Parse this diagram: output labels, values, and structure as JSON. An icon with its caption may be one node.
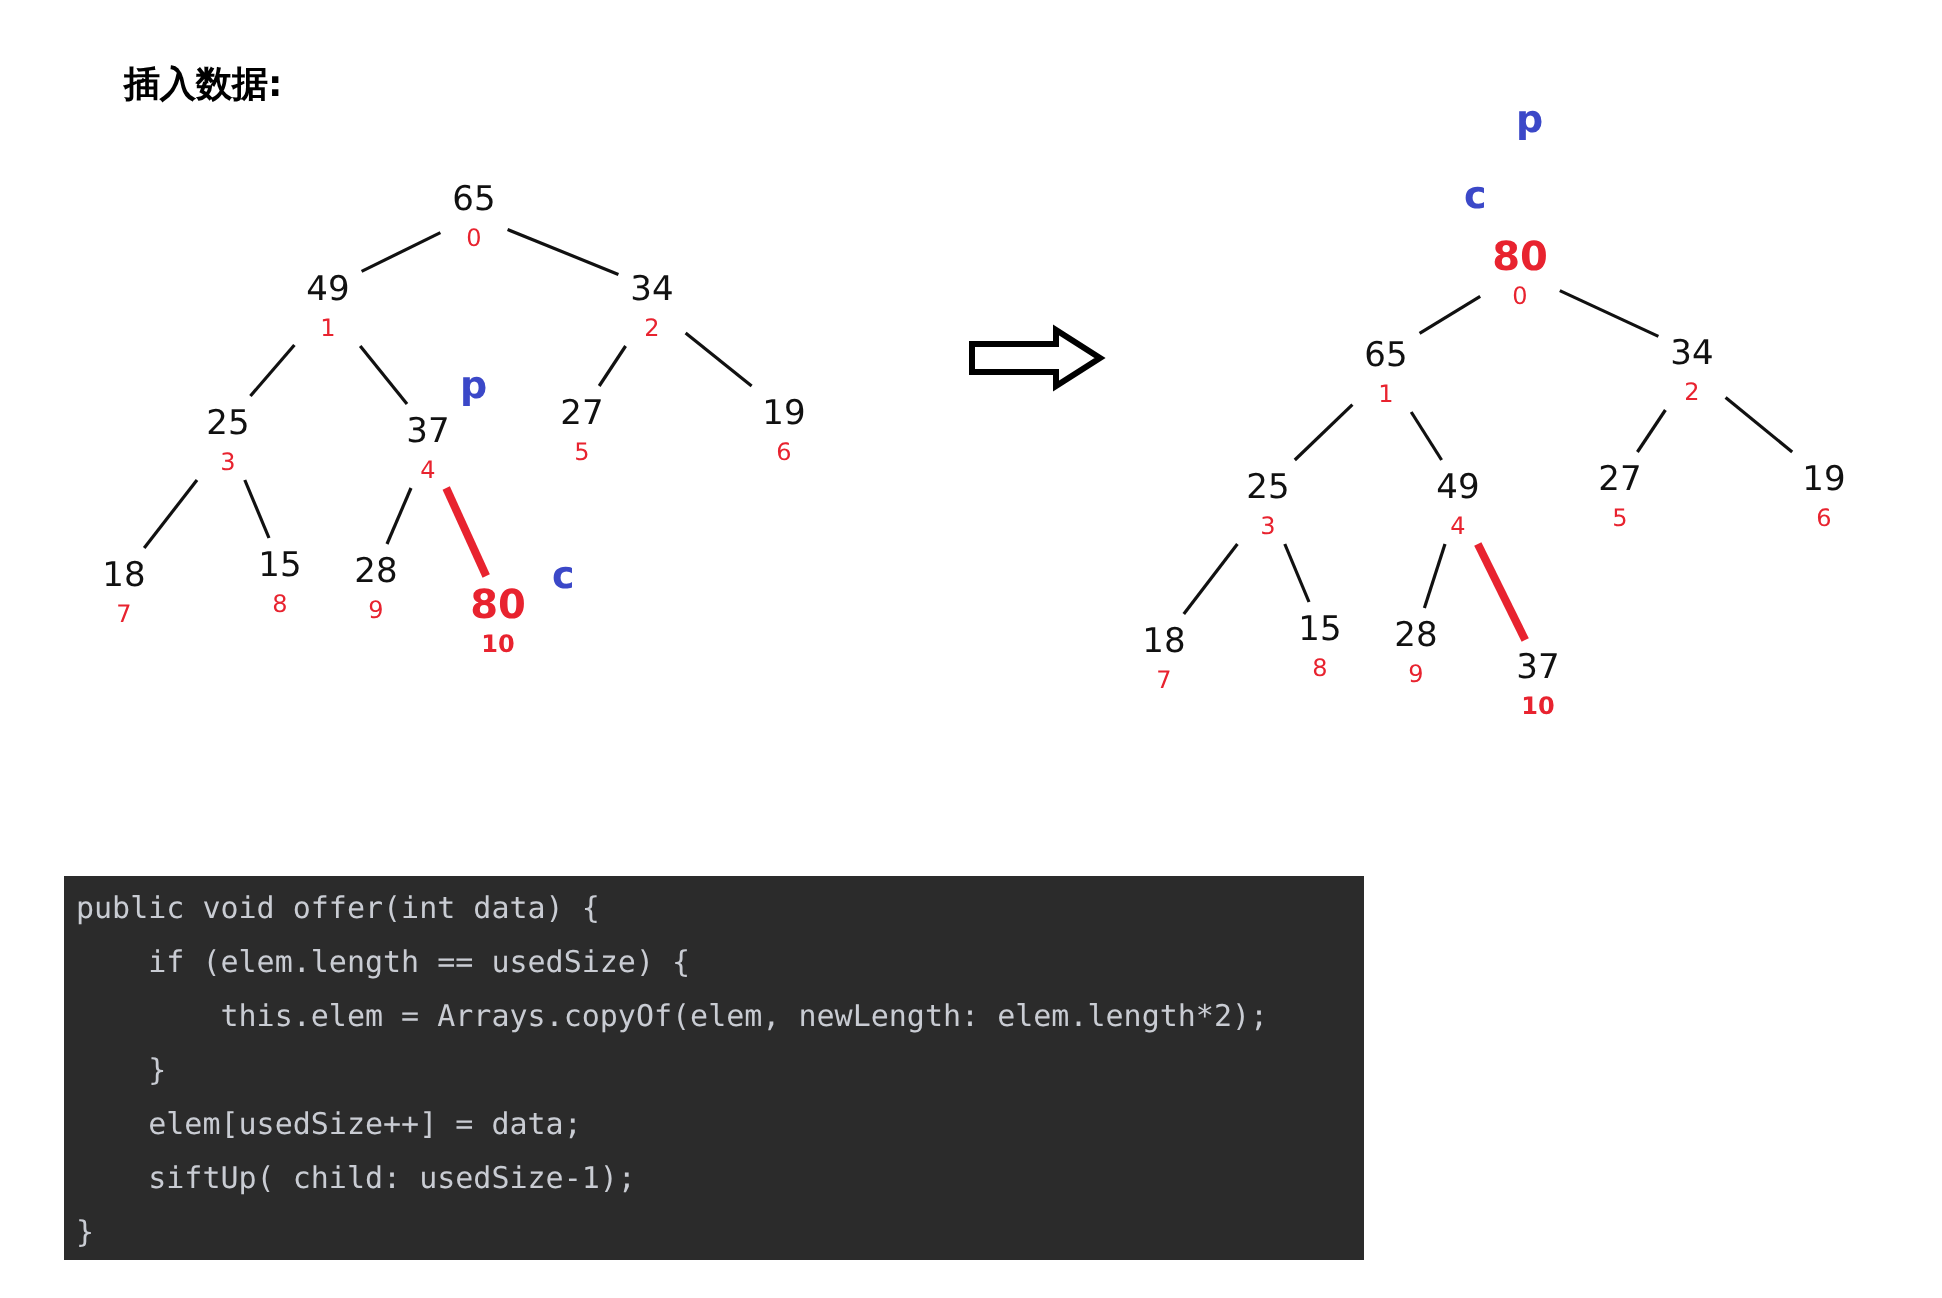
{
  "diagram": {
    "title": "插入数据:",
    "nodes": [
      {
        "text": [
          "65"
        ],
        "beside": [
          "0"
        ]
      },
      {
        "text": [
          "49"
        ],
        "beside": [
          "1"
        ]
      },
      {
        "text": [
          "34"
        ],
        "beside": [
          "2"
        ]
      },
      {
        "text": [
          "25"
        ],
        "beside": [
          "3"
        ]
      },
      {
        "text": [
          "37"
        ],
        "beside": [
          "4"
        ]
      },
      {
        "text": [
          "27"
        ],
        "beside": [
          "5"
        ]
      },
      {
        "text": [
          "19"
        ],
        "beside": [
          "6"
        ]
      },
      {
        "text": [
          "18"
        ],
        "beside": [
          "7"
        ]
      },
      {
        "text": [
          "15"
        ],
        "beside": [
          "8"
        ]
      },
      {
        "text": [
          "28"
        ],
        "beside": [
          "9"
        ]
      },
      {
        "text": [
          "80"
        ],
        "beside": [
          "10"
        ]
      },
      {
        "text": [
          "80"
        ],
        "beside": [
          "0"
        ]
      },
      {
        "text": [
          "65"
        ],
        "beside": [
          "1"
        ]
      },
      {
        "text": [
          "34"
        ],
        "beside": [
          "2"
        ]
      },
      {
        "text": [
          "25"
        ],
        "beside": [
          "3"
        ]
      },
      {
        "text": [
          "49"
        ],
        "beside": [
          "4"
        ]
      },
      {
        "text": [
          "27"
        ],
        "beside": [
          "5"
        ]
      },
      {
        "text": [
          "19"
        ],
        "beside": [
          "6"
        ]
      },
      {
        "text": [
          "18"
        ],
        "beside": [
          "7"
        ]
      },
      {
        "text": [
          "15"
        ],
        "beside": [
          "8"
        ]
      },
      {
        "text": [
          "28"
        ],
        "beside": [
          "9"
        ]
      },
      {
        "text": [
          "37"
        ],
        "beside": [
          "10"
        ]
      }
    ],
    "edges": [
      {
        "from": 0,
        "to": 1,
        "arrow": "none"
      },
      {
        "from": 0,
        "to": 2,
        "arrow": "none"
      },
      {
        "from": 1,
        "to": 3,
        "arrow": "none"
      },
      {
        "from": 1,
        "to": 4,
        "arrow": "none"
      },
      {
        "from": 2,
        "to": 5,
        "arrow": "none"
      },
      {
        "from": 2,
        "to": 6,
        "arrow": "none"
      },
      {
        "from": 3,
        "to": 7,
        "arrow": "none"
      },
      {
        "from": 3,
        "to": 8,
        "arrow": "none"
      },
      {
        "from": 4,
        "to": 9,
        "arrow": "none"
      },
      {
        "from": 4,
        "to": 10,
        "arrow": "none",
        "style": "thick",
        "color": "#e8232f"
      },
      {
        "from": 11,
        "to": 12,
        "arrow": "none"
      },
      {
        "from": 11,
        "to": 13,
        "arrow": "none"
      },
      {
        "from": 12,
        "to": 14,
        "arrow": "none"
      },
      {
        "from": 12,
        "to": 15,
        "arrow": "none"
      },
      {
        "from": 13,
        "to": 16,
        "arrow": "none"
      },
      {
        "from": 13,
        "to": 17,
        "arrow": "none"
      },
      {
        "from": 14,
        "to": 18,
        "arrow": "none"
      },
      {
        "from": 14,
        "to": 19,
        "arrow": "none"
      },
      {
        "from": 15,
        "to": 20,
        "arrow": "none"
      },
      {
        "from": 15,
        "to": 21,
        "arrow": "none",
        "style": "thick",
        "color": "#e8232f"
      }
    ],
    "labels": [
      "p",
      "c",
      "p",
      "c",
      "public void offer(int data) {",
      "    if (elem.length == usedSize) {",
      "        this.elem = Arrays.copyOf(elem, newLength: elem.length*2);",
      "    }",
      "    elem[usedSize++] = data;",
      "    siftUp( child: usedSize-1);",
      "}"
    ]
  }
}
